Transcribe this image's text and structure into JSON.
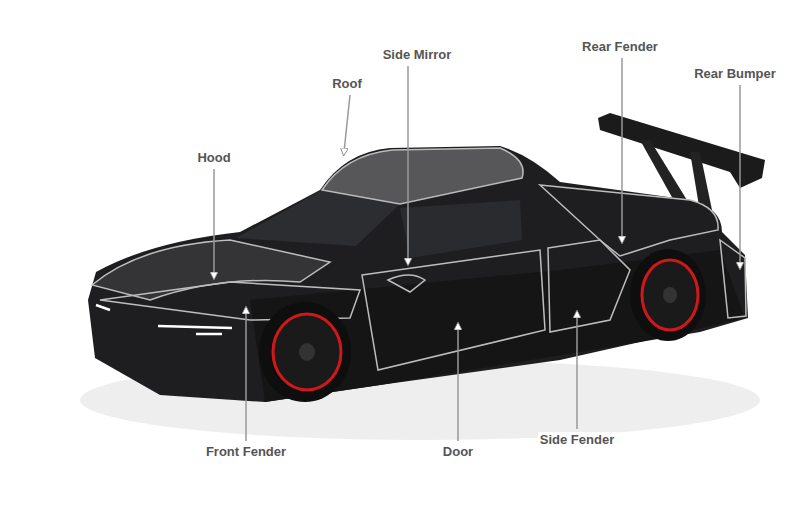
{
  "diagram": {
    "labels": [
      "Side Mirror",
      "Rear Fender",
      "Rear Bumper",
      "Roof",
      "Hood",
      "Front Fender",
      "Door",
      "Side Fender"
    ]
  }
}
